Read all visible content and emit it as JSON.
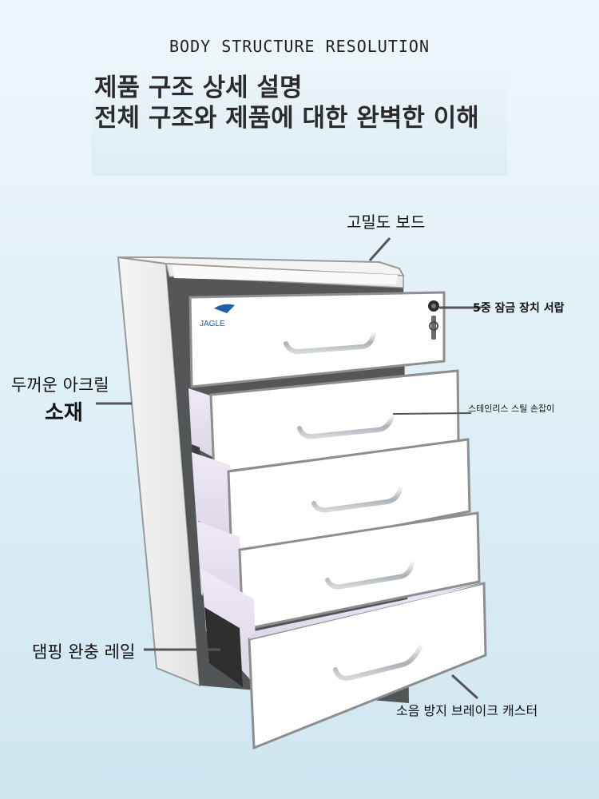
{
  "header": {
    "kicker": "BODY STRUCTURE RESOLUTION",
    "title_line1": "제품 구조 상세 설명",
    "title_line2": "전체 구조와 제품에 대한 완벽한 이해"
  },
  "callouts": {
    "top_board": "고밀도 보드",
    "lock_drawer": "5중 잠금 장치 서랍",
    "side_material_line1": "두꺼운 아크릴",
    "side_material_line2": "소재",
    "handle": "스테인리스 스틸 손잡이",
    "rail": "댐핑 완충 레일",
    "caster": "소음 방지 브레이크 캐스터"
  },
  "brand": {
    "logo_text": "JAGLE"
  },
  "colors": {
    "background_top": "#eef7fb",
    "background_bottom": "#cfe6f1",
    "cabinet_white": "#ffffff",
    "trim_gray": "#9a9a9a",
    "drawer_interior": "#e7e2ef",
    "handle_steel": "#b9bfc4"
  }
}
